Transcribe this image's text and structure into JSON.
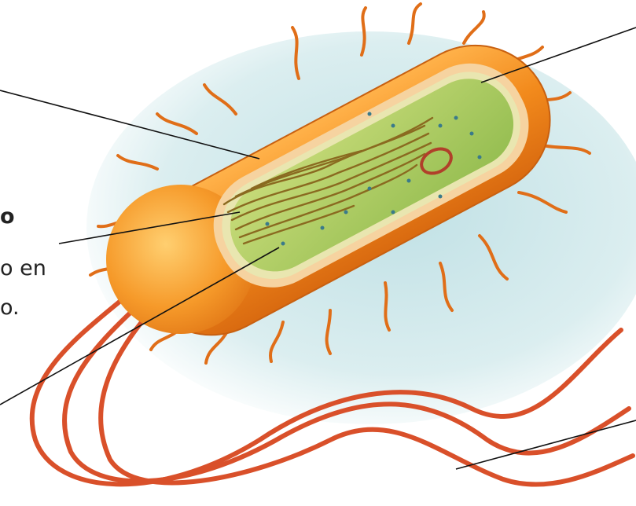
{
  "labels": {
    "fragment_1": "o",
    "fragment_2": "o en",
    "fragment_3": "o."
  },
  "palette": {
    "background_wash": "#cfe8ea",
    "cell_wall_orange": "#f28a1c",
    "cell_wall_light": "#ffc060",
    "cytoplasm_green": "#a8c95a",
    "dna_strands": "#8a6a20",
    "flagella_red": "#d9502a",
    "leader_lines": "#111111"
  }
}
